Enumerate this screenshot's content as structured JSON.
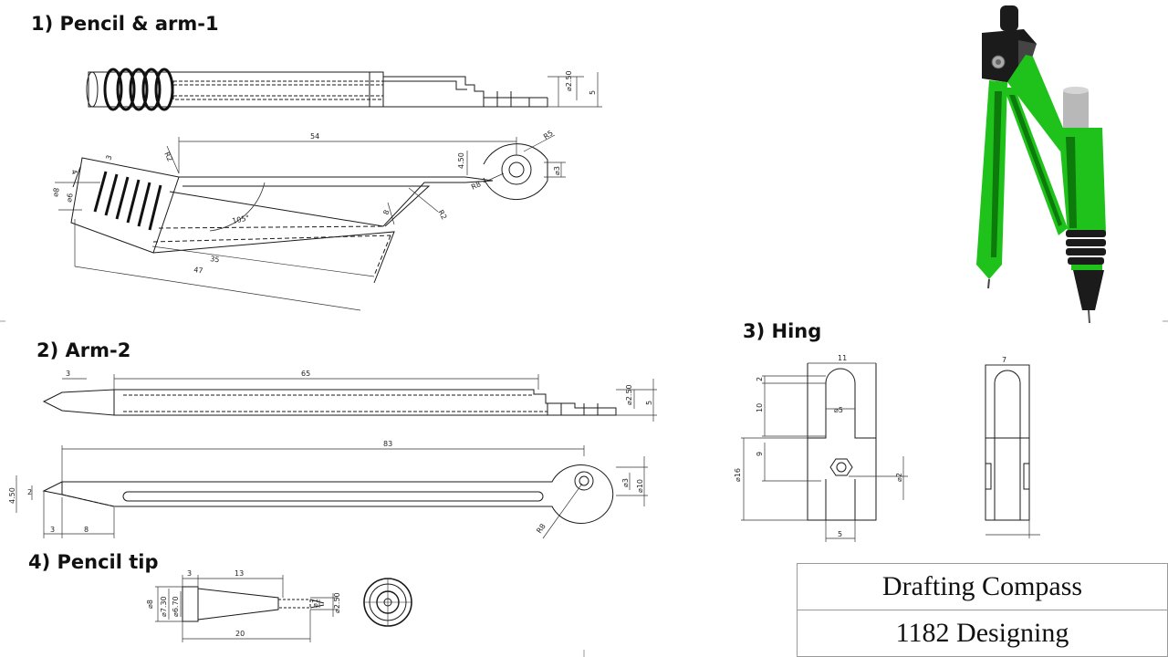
{
  "sections": {
    "pencil_arm": "1) Pencil & arm-1",
    "arm2": "2) Arm-2",
    "hinge": "3) Hing",
    "pencil_tip": "4) Pencil tip"
  },
  "title_block": {
    "title": "Drafting Compass",
    "designer": "1182 Designing"
  },
  "dims": {
    "p1_d250": "⌀2.50",
    "p1_5": "5",
    "p1_54": "54",
    "p1_r5": "R5",
    "p1_r2a": "R2",
    "p1_450": "4.50",
    "p1_d3": "⌀3",
    "p1_r8": "R8",
    "p1_4": "4",
    "p1_d8": "⌀8",
    "p1_d6": "⌀6",
    "p1_3": "3",
    "p1_105": "105°",
    "p1_8": "8",
    "p1_r2b": "R2",
    "p1_35": "35",
    "p1_47": "47",
    "a2_3": "3",
    "a2_65": "65",
    "a2_d250": "⌀2.50",
    "a2_5": "5",
    "a2_83": "83",
    "a2_450": "4.50",
    "a2_2": "2",
    "a2_d3": "⌀3",
    "a2_d10": "⌀10",
    "a2_r8": "R8",
    "a2_3b": "3",
    "a2_8": "8",
    "h_11": "11",
    "h_2": "2",
    "h_10": "10",
    "h_d5": "⌀5",
    "h_9": "9",
    "h_d16": "⌀16",
    "h_d2": "⌀2",
    "h_5": "5",
    "h_7": "7",
    "t_3": "3",
    "t_13": "13",
    "t_d8": "⌀8",
    "t_d730": "⌀7.30",
    "t_d670": "⌀6.70",
    "t_d1": "⌀1",
    "t_d250": "⌀2.50",
    "t_20": "20"
  },
  "colors": {
    "line": "#1a1a1a",
    "dim": "#333333",
    "compass_green": "#1fc21a",
    "compass_dark_green": "#0d7a0c",
    "body_black": "#1b1b1b",
    "lead_gray": "#b8b8b8"
  }
}
